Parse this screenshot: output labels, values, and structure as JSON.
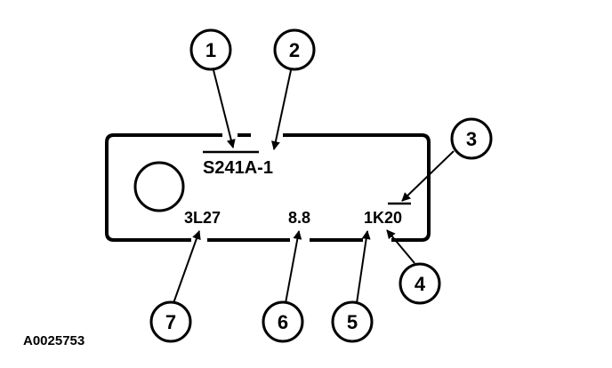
{
  "plate": {
    "part_number": "S241A-1",
    "strength_class": "8.8",
    "left_code": "3L27",
    "right_code": "1K20"
  },
  "callouts": [
    "1",
    "2",
    "3",
    "4",
    "5",
    "6",
    "7"
  ],
  "figure_id": "A0025753"
}
